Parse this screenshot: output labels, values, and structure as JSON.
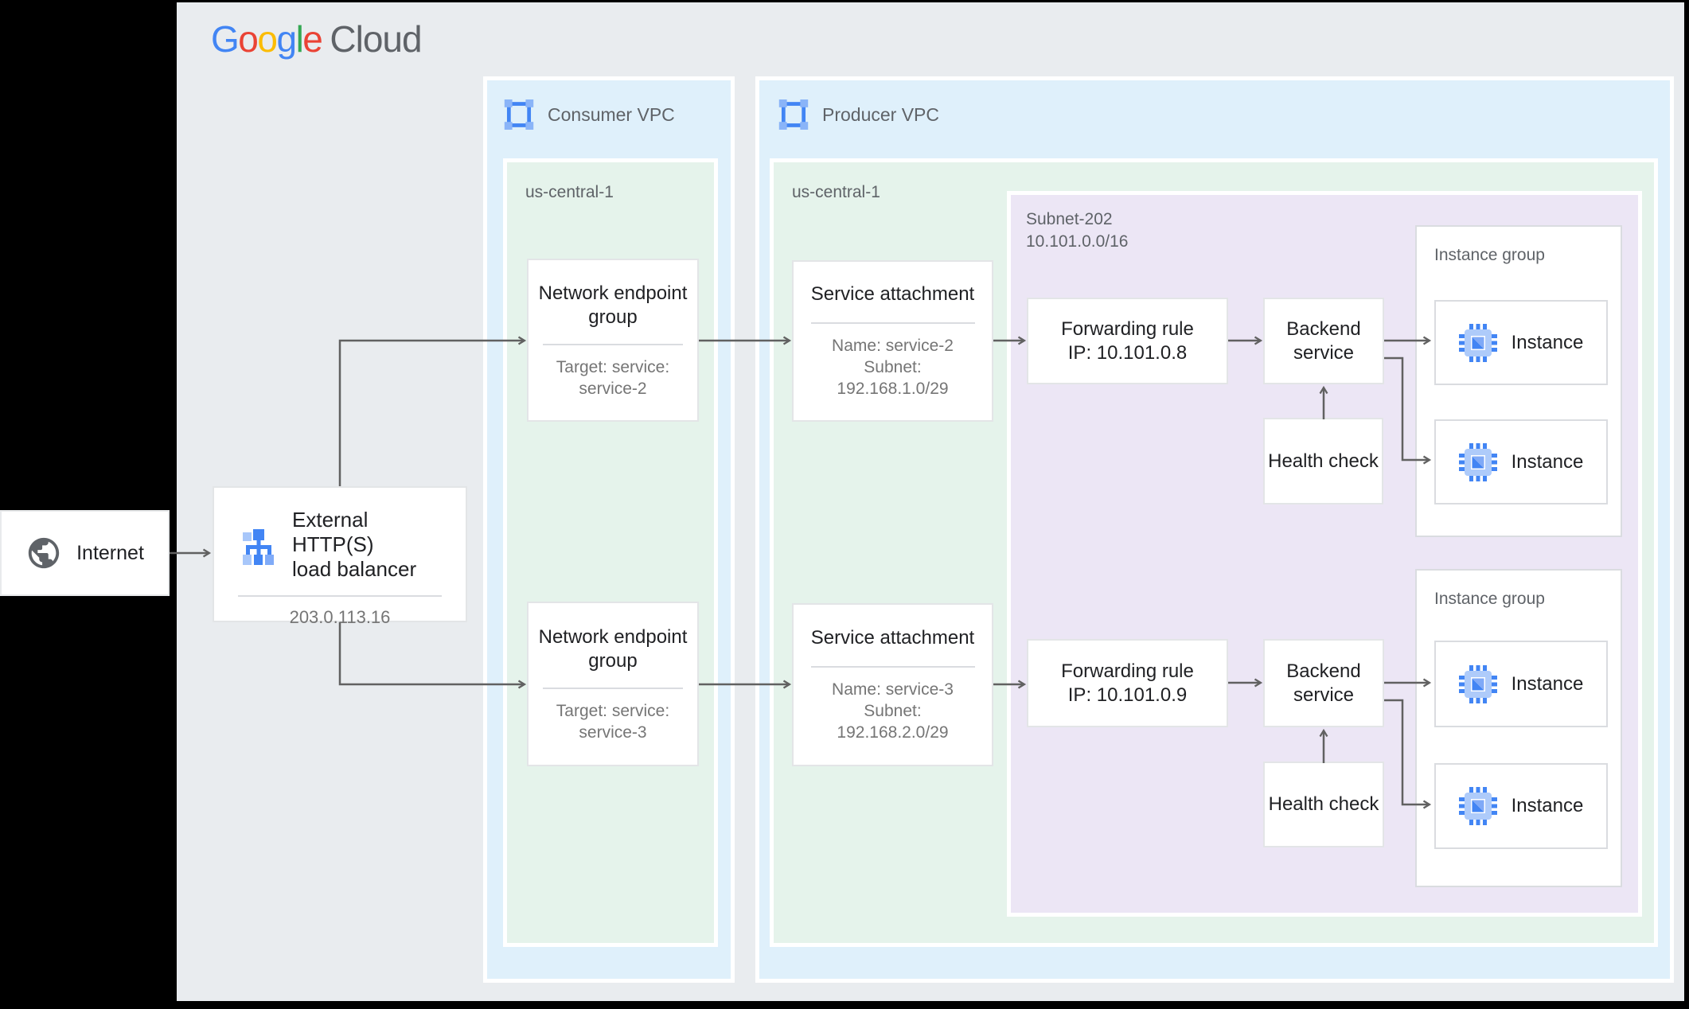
{
  "logo": {
    "g": "G",
    "o1": "o",
    "o2": "o",
    "g2": "g",
    "l": "l",
    "e": "e",
    "cloud": "Cloud"
  },
  "internet": {
    "label": "Internet"
  },
  "load_balancer": {
    "title": "External HTTP(S)\nload balancer",
    "ip": "203.0.113.16"
  },
  "consumer_vpc": {
    "label": "Consumer VPC",
    "region_label": "us-central-1",
    "neg1": {
      "title": "Network endpoint group",
      "sub": "Target: service:\nservice-2"
    },
    "neg2": {
      "title": "Network endpoint group",
      "sub": "Target: service:\nservice-3"
    }
  },
  "producer_vpc": {
    "label": "Producer VPC",
    "region_label": "us-central-1",
    "sa1": {
      "title": "Service attachment",
      "sub": "Name: service-2\nSubnet:\n192.168.1.0/29"
    },
    "sa2": {
      "title": "Service attachment",
      "sub": "Name: service-3\nSubnet:\n192.168.2.0/29"
    },
    "subnet": {
      "label": "Subnet-202\n10.101.0.0/16"
    },
    "row1": {
      "forwarding_rule": "Forwarding rule\nIP: 10.101.0.8",
      "backend_service": "Backend service",
      "health_check": "Health check",
      "instance_group_label": "Instance group",
      "instance1": "Instance",
      "instance2": "Instance"
    },
    "row2": {
      "forwarding_rule": "Forwarding rule\nIP: 10.101.0.9",
      "backend_service": "Backend service",
      "health_check": "Health check",
      "instance_group_label": "Instance group",
      "instance1": "Instance",
      "instance2": "Instance"
    }
  },
  "colors": {
    "google_blue": "#4285F4",
    "google_red": "#EA4335",
    "google_yellow": "#FBBC04",
    "google_green": "#34A853",
    "vpc_zone": "#DFF0FB",
    "region_zone": "#E5F3EB",
    "subnet_zone": "#ECE6F5",
    "connector": "#616161",
    "stage_bg": "#E9ECEF"
  }
}
